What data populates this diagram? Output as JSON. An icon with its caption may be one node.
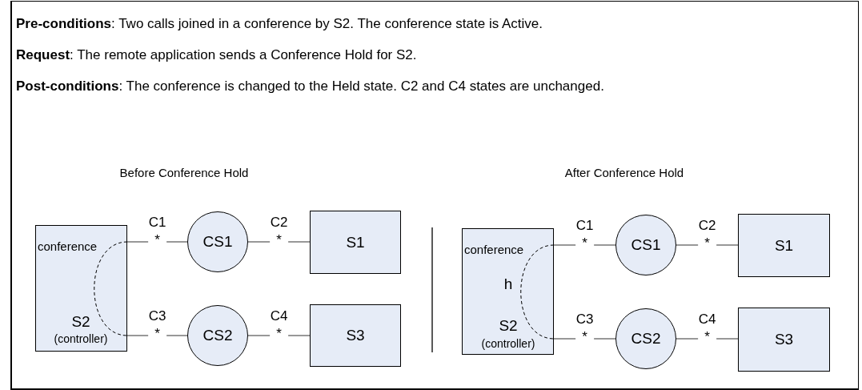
{
  "diagram": {
    "nodes": [
      {
        "text": [
          "conference",
          "S2",
          "(controller)"
        ]
      },
      {
        "text": [
          "CS1"
        ]
      },
      {
        "text": [
          "S1"
        ]
      },
      {
        "text": [
          "CS2"
        ]
      },
      {
        "text": [
          "S3"
        ]
      },
      {
        "text": [
          "conference",
          "h",
          "S2",
          "(controller)"
        ]
      },
      {
        "text": [
          "CS1"
        ]
      },
      {
        "text": [
          "S1"
        ]
      },
      {
        "text": [
          "CS2"
        ]
      },
      {
        "text": [
          "S3"
        ]
      }
    ],
    "edges": [
      {
        "from": 0,
        "to": 1,
        "arrow": "none",
        "label": "C1 *"
      },
      {
        "from": 1,
        "to": 2,
        "arrow": "none",
        "label": "C2 *"
      },
      {
        "from": 0,
        "to": 3,
        "arrow": "none",
        "label": "C3 *"
      },
      {
        "from": 3,
        "to": 4,
        "arrow": "none",
        "label": "C4 *"
      },
      {
        "from": 5,
        "to": 6,
        "arrow": "none",
        "label": "C1 *"
      },
      {
        "from": 6,
        "to": 7,
        "arrow": "none",
        "label": "C2 *"
      },
      {
        "from": 5,
        "to": 8,
        "arrow": "none",
        "label": "C3 *"
      },
      {
        "from": 8,
        "to": 9,
        "arrow": "none",
        "label": "C4 *"
      }
    ],
    "labels": [
      "**Pre-conditions**: Two calls joined in a conference by S2. The conference state is Active.",
      "**Request**: The remote application sends a Conference Hold for S2.",
      "**Post-conditions**: The conference is changed to the Held state. C2 and C4 states are unchanged.",
      "Before Conference Hold",
      "After Conference Hold"
    ]
  }
}
